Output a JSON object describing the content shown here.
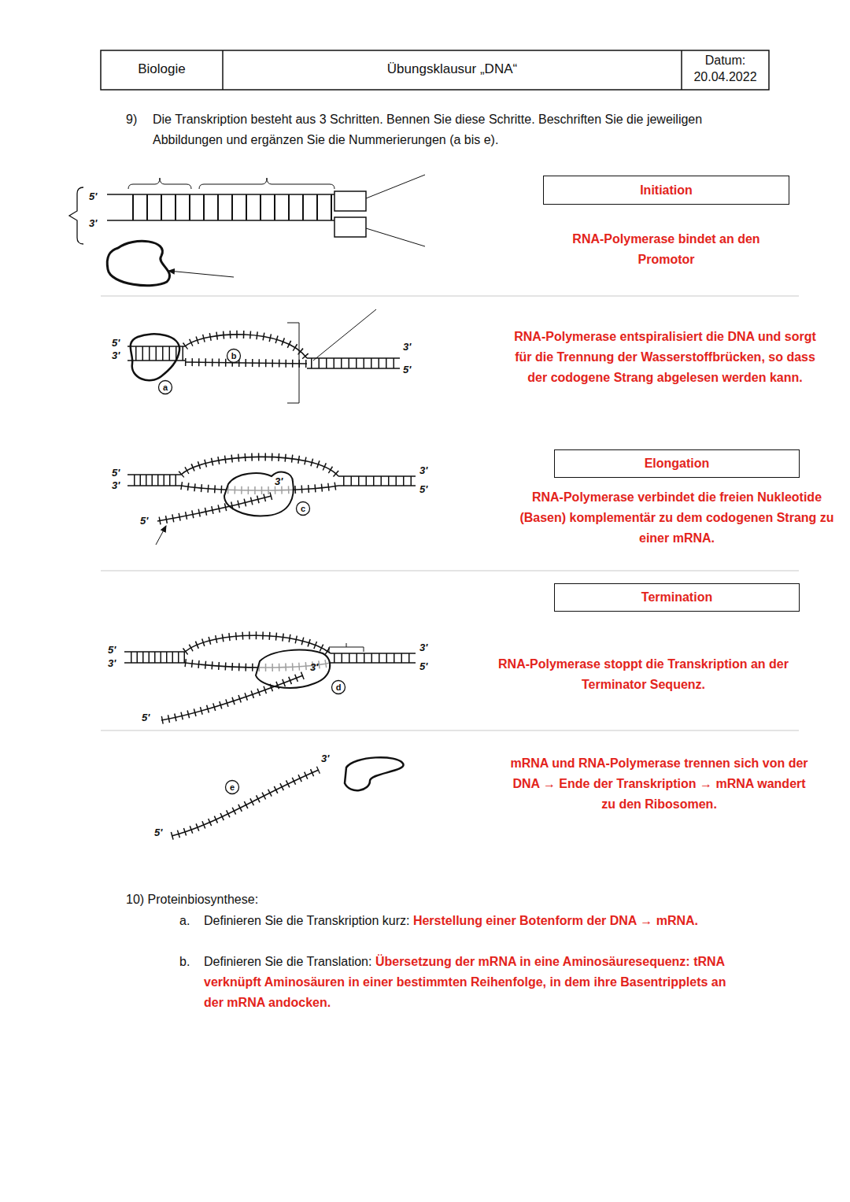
{
  "diagram": {
    "title": "Übungsklausur „DNA“",
    "nodes": [
      {
        "text": [
          "Initiation"
        ]
      },
      {
        "text": [
          "Elongation"
        ]
      },
      {
        "text": [
          "Termination"
        ]
      }
    ],
    "labels": [
      "Biologie",
      "Datum: 20.04.2022",
      "9)",
      "Die Transkription besteht aus 3 Schritten. Bennen Sie diese Schritte. Beschriften Sie die jeweiligen Abbildungen und ergänzen Sie die Nummerierungen (a bis e).",
      "5'",
      "3'",
      "RNA-Polymerase bindet an den Promotor",
      "5'",
      "3'",
      "b",
      "a",
      "3'",
      "5'",
      "RNA-Polymerase entspiralisiert die DNA und sorgt für die Trennung der Wasserstoffbrücken, so dass der codogene Strang abgelesen werden kann.",
      "5'",
      "3'",
      "3'",
      "5'",
      "c",
      "3'",
      "5'",
      "RNA-Polymerase verbindet die freien Nukleotide (Basen) komplementär zu dem codogenen Strang zu einer mRNA.",
      "5'",
      "3'",
      "3'",
      "d",
      "3'",
      "5'",
      "5'",
      "RNA-Polymerase stoppt die Transkription an der Terminator Sequenz.",
      "e",
      "3'",
      "5'",
      "mRNA und RNA-Polymerase trennen sich von der DNA → Ende der Transkription → mRNA wandert zu den Ribosomen.",
      "10) Proteinbiosynthese:",
      "a.",
      "Definieren Sie die Transkription kurz:",
      "Herstellung einer Botenform der DNA → mRNA.",
      "b.",
      "Definieren Sie die Translation:",
      "Übersetzung der mRNA in eine Aminosäuresequenz: tRNA verknüpft Aminosäuren in einer bestimmten Reihenfolge, in dem ihre Basentripplets an der mRNA andocken."
    ]
  }
}
